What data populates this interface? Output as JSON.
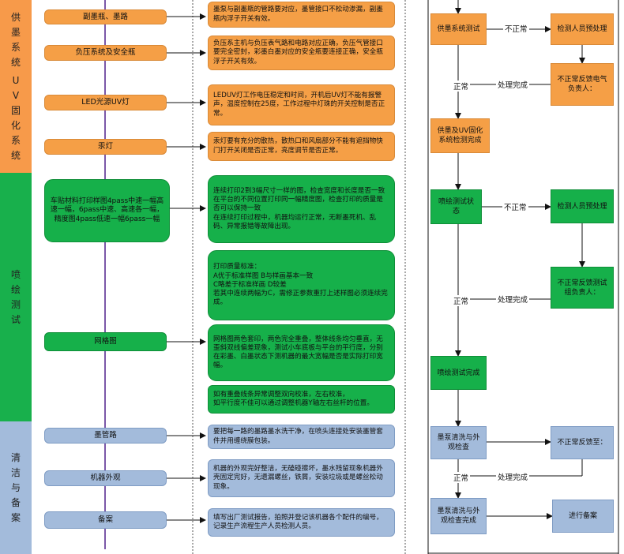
{
  "sections": [
    {
      "label_chars": [
        "供",
        "墨",
        "系",
        "统",
        "U",
        "V",
        "固",
        "化",
        "系",
        "统"
      ]
    },
    {
      "label_chars": [
        "喷",
        "绘",
        "测",
        "试"
      ]
    },
    {
      "label_chars": [
        "清",
        "洁",
        "与",
        "备",
        "案"
      ]
    }
  ],
  "process_steps": [
    {
      "label": "副墨瓶、墨路"
    },
    {
      "label": "负压系统及安全瓶"
    },
    {
      "label": "LED光源UV灯"
    },
    {
      "label": "汞灯"
    },
    {
      "label": "车贴材料打印样图4pass中速一幅高速一幅，6pass中速、高速各一幅，精度图4pass低速一幅6pass一幅"
    },
    {
      "label": "网格图"
    },
    {
      "label": "墨管路"
    },
    {
      "label": "机器外观"
    },
    {
      "label": "备案"
    }
  ],
  "descriptions": [
    {
      "text": "墨泵与副墨瓶的管路要对应，墨管接口不松动渗漏，副墨瓶内浮子开关有效。"
    },
    {
      "text": "负压系主机与负压表气路和电路对应正确，负压气管接口要完全密封，彩墨白墨对应的安全瓶要连接正确，安全瓶浮子开关有效。"
    },
    {
      "text": "LEDUV灯工作电压稳定和时间，开机后UV灯不能有报警声，温度控制在25度，工作过程中灯珠的开关控制是否正常。"
    },
    {
      "text": "汞灯要有充分的散热，散热口和风扇部分不能有遮挡物快门打开关闭是否正常，亮度调节是否正常。"
    },
    {
      "text": "连续打印2到3幅尺寸一样的图，检查宽度和长度是否一致在平台的不同位置打印同一幅精度图，检查打印的质量是否可以保持一致\n在连续打印过程中，机器均运行正常，无断墨死机、乱码、异常报错等故障出现。"
    },
    {
      "text": "打印质量标准：\nA优于标准样图      B与样画基本一致\nC略差于标准样画    D较差\n若其中连续两幅为C，需修正参数重打上述样图必须连续完成。"
    },
    {
      "text": "网格图两色套印，两色完全重叠，整体线条均匀垂直，无歪斜双线偏差现象，测试小车底板与平台的平行度，分别在彩墨、白墨状态下测机器的最大宽幅是否是实际打印宽幅。"
    },
    {
      "text": "如有重叠线条异常调整双向校准，左右校准，\n如平行度不佳可以通过调整机器Y轴左右丝杆的位置。"
    },
    {
      "text": "要把每一路的墨路墨水洗干净，在喷头连接处安装墨管套件并用缠绕膜包装。"
    },
    {
      "text": "机器的外观完好整洁，无磕碰擦坏，墨水残留现象机器外壳固定完好，无遗漏螺丝，铁屑，安装垃圾或是螺丝松动现象。"
    },
    {
      "text": "填写出厂测试报告，拍照并登记该机器各个配件的编号，记录生产流程生产人员检测人员。"
    }
  ],
  "flow": {
    "ink_test": "供墨系统测试",
    "not_normal_1": "不正常",
    "inspector_handle_1": "检测人员预处理",
    "feedback_1": "不正常反馈电气负责人：",
    "done_1": "处理完成",
    "normal_1": "正常",
    "ink_uv_done": "供墨及UV固化系统检测完成",
    "print_test": "喷绘测试状态",
    "not_normal_2": "不正常",
    "inspector_handle_2": "检测人员预处理",
    "feedback_2": "不正常反馈测试组负责人：",
    "done_2": "处理完成",
    "normal_2": "正常",
    "print_done": "喷绘测试完成",
    "clean_check": "墨泵清洗与外观检查",
    "feedback_3": "不正常反馈至：",
    "done_3": "处理完成",
    "normal_3": "正常",
    "clean_done": "墨泵清洗与外观检查完成",
    "archive": "进行备案"
  },
  "colors": {
    "orange": "#f59f46",
    "green": "#16b04a",
    "blue": "#a3bbdb",
    "band_orange": "#f79a4a",
    "band_green": "#18b04c",
    "band_blue": "#a3bbdb",
    "spine": "#7b58a8"
  }
}
